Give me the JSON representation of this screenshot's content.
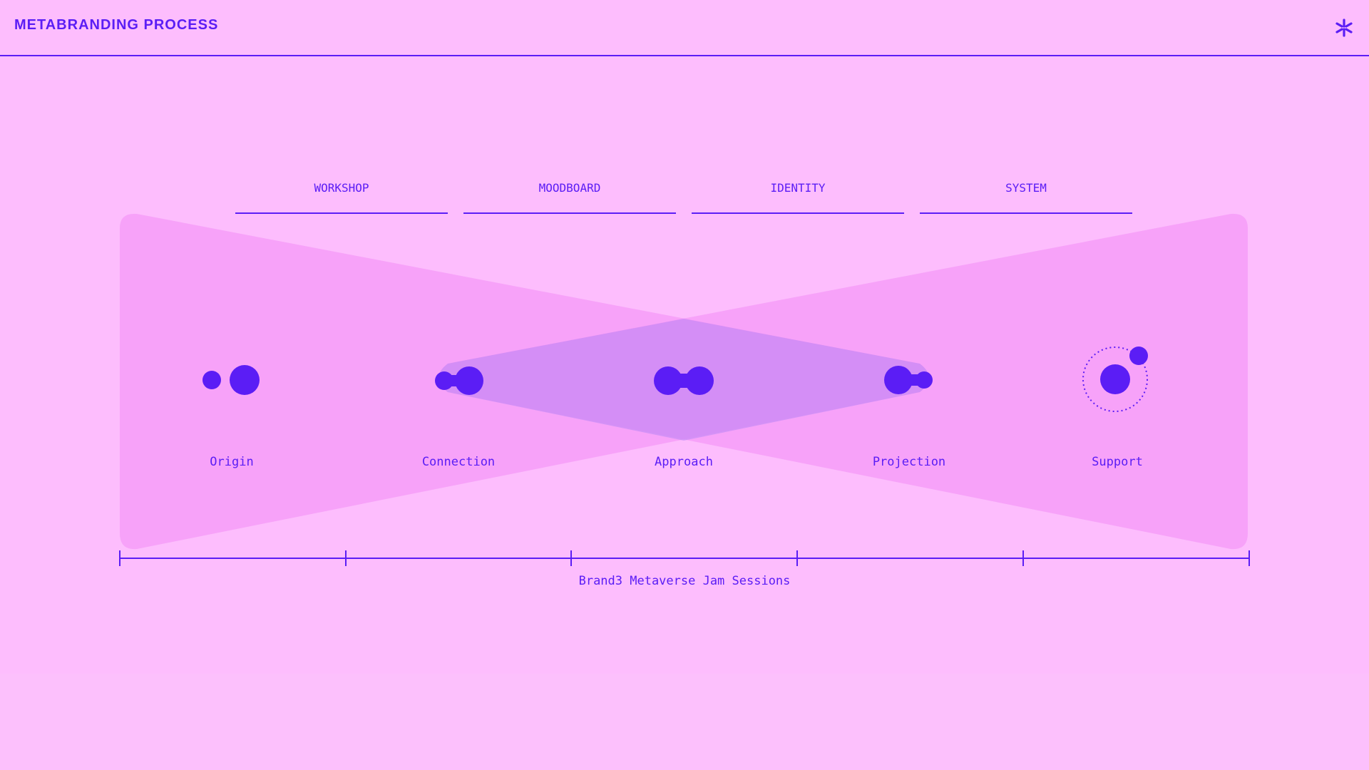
{
  "header": {
    "title": "METABRANDING PROCESS",
    "icon": "asterisk-icon"
  },
  "phases": [
    "WORKSHOP",
    "MOODBOARD",
    "IDENTITY",
    "SYSTEM"
  ],
  "stages": [
    "Origin",
    "Connection",
    "Approach",
    "Projection",
    "Support"
  ],
  "timeline": {
    "label": "Brand3 Metaverse Jam Sessions"
  },
  "colors": {
    "background": "#FDBDFD",
    "accent": "#5B1DF5",
    "fan_fill": "#F38DF5",
    "overlap_fill": "#C68BF5"
  }
}
